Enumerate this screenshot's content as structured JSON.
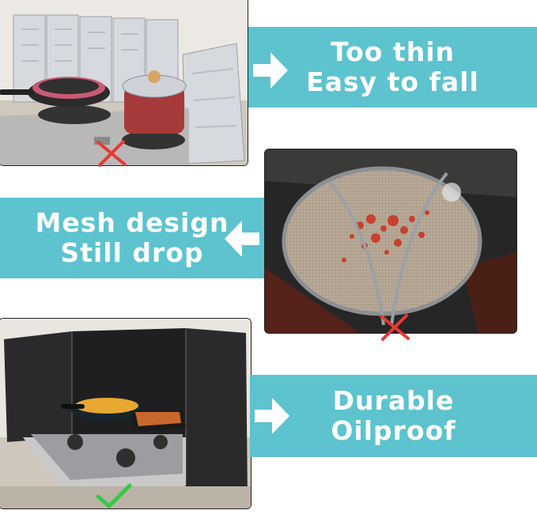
{
  "colors": {
    "accent": "#5cc3cf",
    "arrow": "#ffffff",
    "cross": "#e53935",
    "check": "#35c94a"
  },
  "panels": [
    {
      "lines": [
        "Too thin",
        "Easy to fall"
      ],
      "mark": "cross-icon"
    },
    {
      "lines": [
        "Mesh design",
        "Still drop"
      ],
      "mark": "cross-icon"
    },
    {
      "lines": [
        "Durable",
        "Oilproof"
      ],
      "mark": "check-icon"
    }
  ]
}
